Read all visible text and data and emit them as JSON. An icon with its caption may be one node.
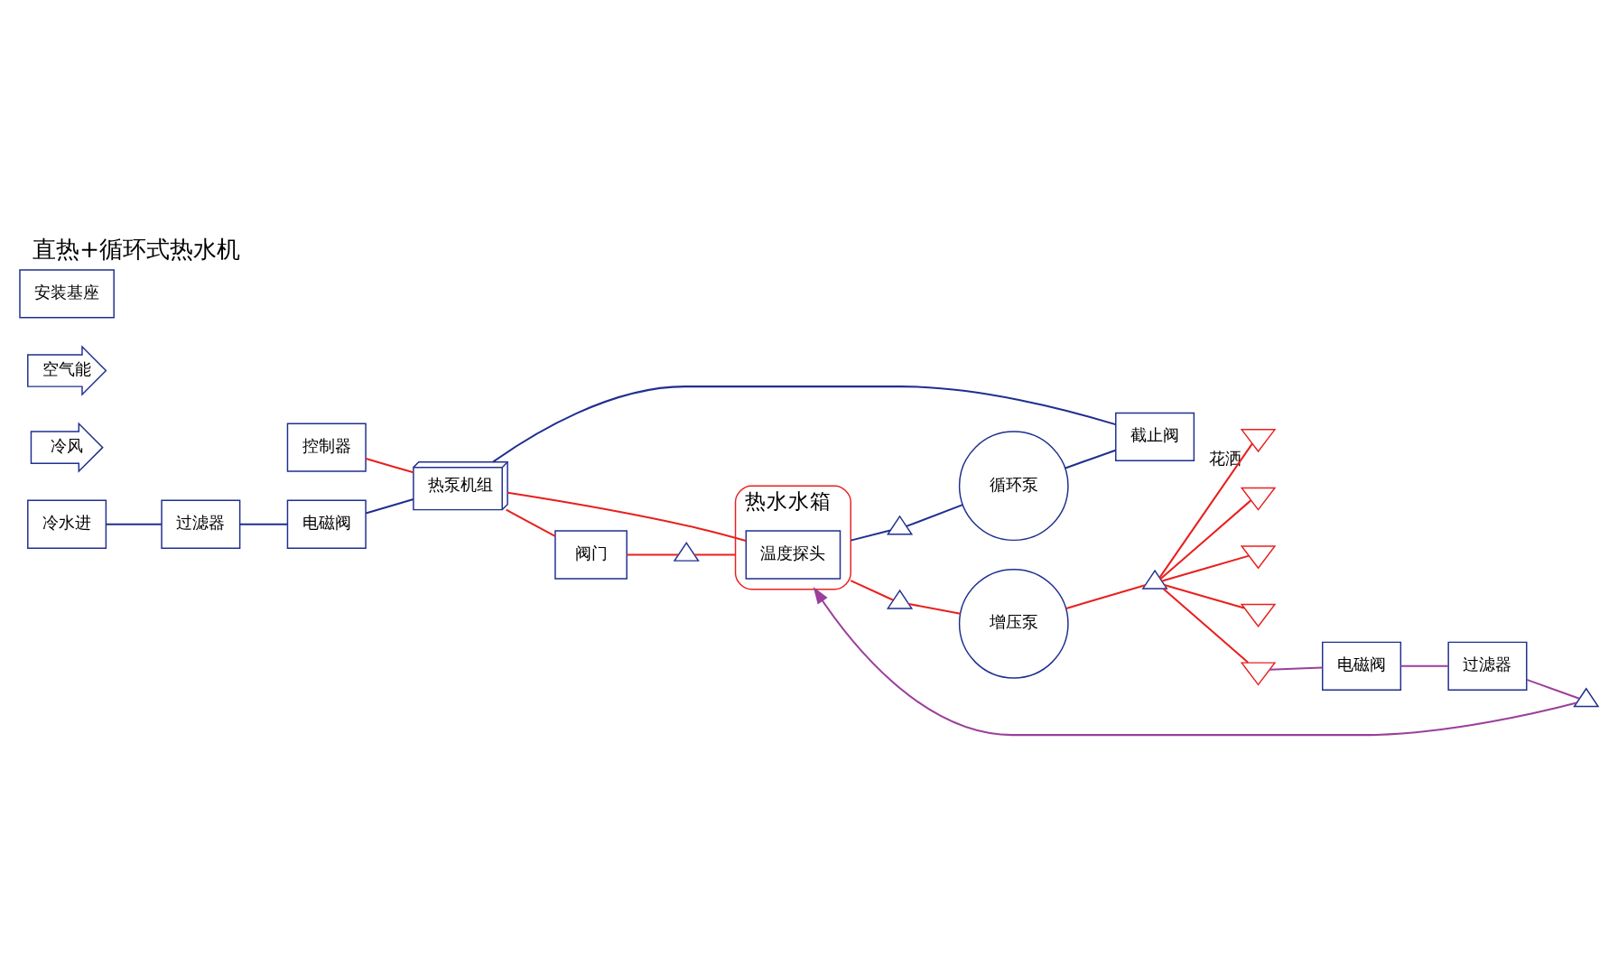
{
  "diagram": {
    "title": "直热+循环式热水机",
    "nodes": [
      {
        "text": [
          "热泵机组"
        ]
      },
      {
        "text": [
          "冷风"
        ]
      },
      {
        "text": [
          "空气能"
        ]
      },
      {
        "text": [
          "控制器"
        ]
      },
      {
        "text": [
          "阀门"
        ]
      },
      {
        "text": [
          "电磁阀"
        ]
      },
      {
        "text": [
          "过滤器"
        ]
      },
      {
        "text": [
          "冷水进"
        ]
      },
      {
        "text": [
          "截止阀"
        ]
      },
      {
        "text": [
          "循环泵"
        ]
      },
      {
        "text": [
          "热水水箱"
        ]
      },
      {
        "text": [
          "温度探头"
        ],
        "in": 10
      },
      {
        "text": [],
        "shape": "valve"
      },
      {
        "text": [],
        "shape": "valve"
      },
      {
        "text": [],
        "shape": "valve"
      },
      {
        "text": [
          "增压泵"
        ]
      },
      {
        "text": [],
        "shape": "valve"
      },
      {
        "text": [
          "过滤器"
        ]
      },
      {
        "text": [
          "电磁阀"
        ]
      },
      {
        "text": [],
        "shape": "valve"
      },
      {
        "text": [
          "安装基座"
        ]
      },
      {
        "text": [],
        "shape": "picture",
        "beside": [
          "花洒"
        ]
      },
      {
        "text": [],
        "shape": "picture"
      },
      {
        "text": [],
        "shape": "picture"
      },
      {
        "text": [],
        "shape": "picture"
      },
      {
        "text": [],
        "shape": "picture"
      }
    ],
    "edges": [
      {
        "from": 0,
        "to": 4,
        "arrow": "none"
      },
      {
        "from": 4,
        "to": 12,
        "arrow": "none"
      },
      {
        "from": 12,
        "to": 10,
        "arrow": "none"
      },
      {
        "from": 3,
        "to": 0,
        "arrow": "none"
      },
      {
        "from": 0,
        "to": 11,
        "arrow": "none"
      },
      {
        "from": 7,
        "to": 6,
        "arrow": "none",
        "color": "#1f2f8f"
      },
      {
        "from": 6,
        "to": 5,
        "arrow": "none",
        "color": "#1f2f8f"
      },
      {
        "from": 5,
        "to": 0,
        "arrow": "none",
        "color": "#1f2f8f"
      },
      {
        "from": 10,
        "to": 13,
        "arrow": "none",
        "color": "#1f2f8f"
      },
      {
        "from": 13,
        "to": 9,
        "arrow": "none",
        "color": "#1f2f8f"
      },
      {
        "from": 9,
        "to": 8,
        "arrow": "none",
        "color": "#1f2f8f"
      },
      {
        "from": 8,
        "to": 0,
        "arrow": "none",
        "color": "#1f2f8f"
      },
      {
        "from": 10,
        "to": 14,
        "arrow": "none"
      },
      {
        "from": 14,
        "to": 15,
        "arrow": "none"
      },
      {
        "from": 15,
        "to": 16,
        "arrow": "none"
      },
      {
        "from": 16,
        "to": 21,
        "arrow": "none"
      },
      {
        "from": 16,
        "to": 22,
        "arrow": "none"
      },
      {
        "from": 16,
        "to": 23,
        "arrow": "none"
      },
      {
        "from": 16,
        "to": 24,
        "arrow": "none"
      },
      {
        "from": 16,
        "to": 25,
        "arrow": "none"
      },
      {
        "from": 25,
        "to": 18,
        "arrow": "none",
        "color": "#9b3f9b"
      },
      {
        "from": 18,
        "to": 17,
        "arrow": "none",
        "color": "#9b3f9b"
      },
      {
        "from": 17,
        "to": 19,
        "arrow": "none",
        "color": "#9b3f9b"
      },
      {
        "from": 19,
        "to": 10,
        "arrow": "to",
        "color": "#9b3f9b"
      }
    ]
  }
}
